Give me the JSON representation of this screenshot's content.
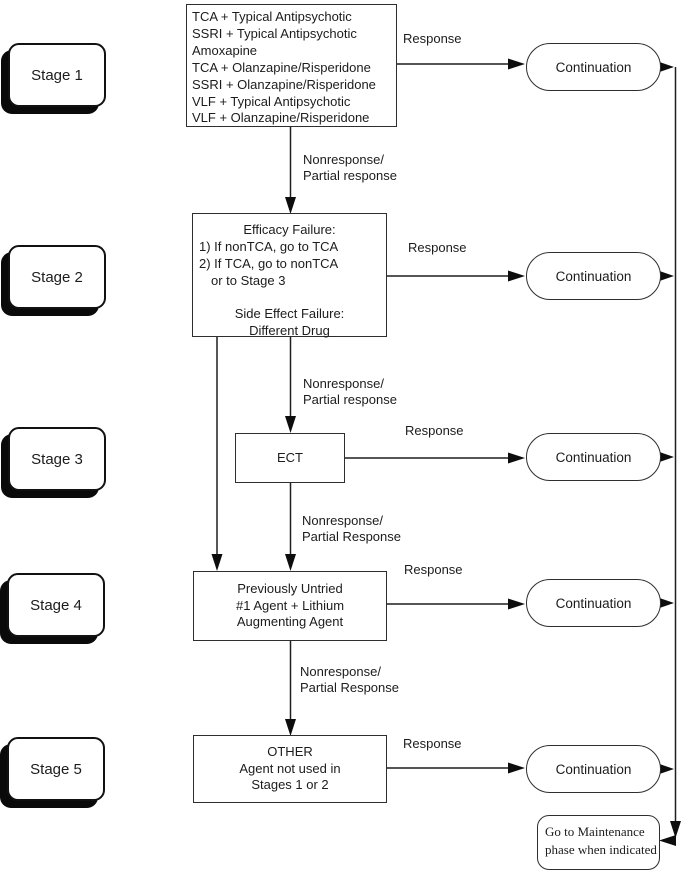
{
  "diagram": {
    "stage_labels": [
      "Stage 1",
      "Stage 2",
      "Stage 3",
      "Stage 4",
      "Stage 5"
    ],
    "continuation_label": "Continuation",
    "response_label": "Response",
    "nonresponse": [
      {
        "line1": "Nonresponse/",
        "line2": "Partial response"
      },
      {
        "line1": "Nonresponse/",
        "line2": "Partial response"
      },
      {
        "line1": "Nonresponse/",
        "line2": "Partial Response"
      },
      {
        "line1": "Nonresponse/",
        "line2": "Partial Response"
      }
    ],
    "stage1_box": {
      "lines": [
        "TCA + Typical Antipsychotic",
        "SSRI + Typical Antipsychotic",
        "Amoxapine",
        "TCA + Olanzapine/Risperidone",
        "SSRI + Olanzapine/Risperidone",
        "VLF + Typical Antipsychotic",
        "VLF + Olanzapine/Risperidone"
      ]
    },
    "stage2_box": {
      "lines": [
        "Efficacy Failure:",
        "1) If nonTCA, go to TCA",
        "2) If TCA, go to nonTCA",
        "or to Stage 3",
        "Side Effect Failure:",
        "Different Drug"
      ]
    },
    "stage3_box": {
      "label": "ECT"
    },
    "stage4_box": {
      "lines": [
        "Previously Untried",
        "#1 Agent + Lithium",
        "Augmenting Agent"
      ]
    },
    "stage5_box": {
      "lines": [
        "OTHER",
        "Agent not used in",
        "Stages 1 or 2"
      ]
    },
    "maintenance_box": {
      "line1": "Go to Maintenance",
      "line2": "phase when indicated"
    }
  }
}
